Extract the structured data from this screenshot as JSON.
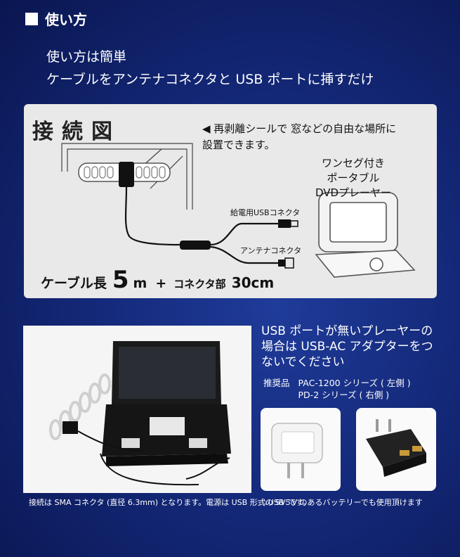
{
  "heading": "使い方",
  "intro": {
    "line1": "使い方は簡単",
    "line2": "ケーブルをアンテナコネクタと USB ポートに挿すだけ"
  },
  "diagram": {
    "title": "接続図",
    "note_line1": "◀ 再剥離シールで 窓などの自由な場所に",
    "note_line2": "設置できます。",
    "device_label": [
      "ワンセグ付き",
      "ポータブル",
      "DVDプレーヤー"
    ],
    "usb_connector": "給電用USBコネクタ",
    "antenna_connector": "アンテナコネクタ",
    "cable_length_label": "ケーブル長",
    "cable_length_value": "5",
    "cable_length_unit": "m",
    "plus": "+",
    "connector_part_label": "コネクタ部",
    "connector_part_value": "30cm"
  },
  "photo_caption": "接続は SMA コネクタ (直径 6.3mm) となります。電源は USB 形式の 5V です。",
  "usb_note": [
    "USB ポートが無いプレーヤーの",
    "場合は USB-AC アダプターをつ",
    "ないでください"
  ],
  "recommended": {
    "label": "推奨品",
    "items": [
      "PAC-1200 シリーズ ( 左側 )",
      "PD-2 シリーズ ( 右側 )"
    ]
  },
  "adapter_caption": "☆USB５V のあるバッテリーでも使用頂けます",
  "colors": {
    "background": "#14297a",
    "panel": "#e9e9e9",
    "text": "#ffffff"
  },
  "icons": [
    "square-bullet-icon",
    "antenna-icon",
    "dvd-player-icon",
    "usb-plug-icon",
    "ac-adapter-icon"
  ]
}
